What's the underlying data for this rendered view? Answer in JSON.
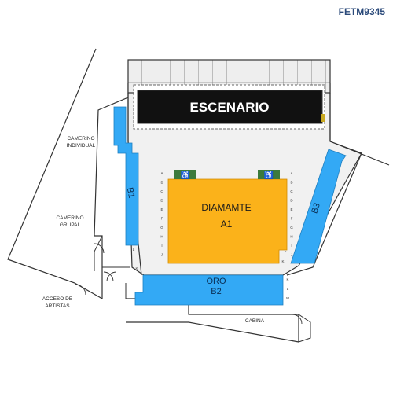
{
  "venue_code": "FETM9345",
  "stage": {
    "label": "ESCENARIO"
  },
  "sections": {
    "diamante": {
      "name": "DIAMAMTE",
      "sub": "A1",
      "color": "#fbb21a"
    },
    "oro": {
      "name": "ORO",
      "sub": "B2",
      "color": "#33a9f5"
    },
    "b1": {
      "label": "B1",
      "color": "#33a9f5"
    },
    "b3": {
      "label": "B3",
      "color": "#33a9f5"
    }
  },
  "rooms": {
    "camerino_individual": [
      "CAMERINO",
      "INDIVIDUAL"
    ],
    "camerino_grupal": [
      "CAMERINO",
      "GRUPAL"
    ],
    "acceso_artistas": [
      "ACCESO DE",
      "ARTISTAS"
    ],
    "cabina": "CABINA"
  },
  "row_letters_a1": [
    "A",
    "B",
    "C",
    "D",
    "E",
    "F",
    "G",
    "H",
    "I",
    "J"
  ],
  "row_letters_b1": [
    "L",
    "K"
  ],
  "row_letters_b2": [
    "K",
    "L",
    "M"
  ],
  "row_letters_b3": [
    "L",
    "K"
  ],
  "icons": {
    "accessible": "wheelchair-icon"
  },
  "colors": {
    "stage": "#111111",
    "floor": "#f1f1f1",
    "outline": "#333333",
    "accessible_bg": "#3c7a3c"
  }
}
